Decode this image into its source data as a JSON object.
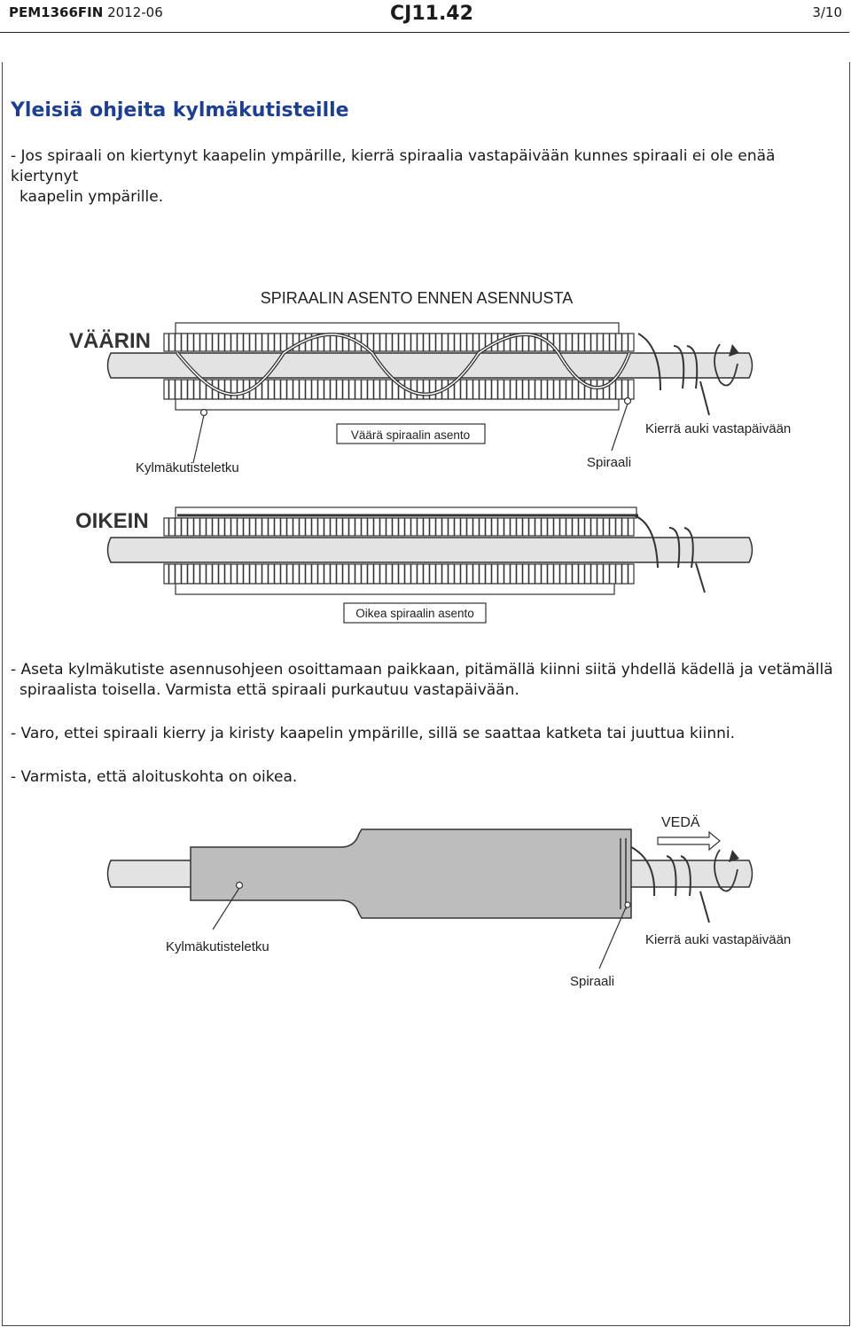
{
  "header": {
    "doc_code": "PEM1366FIN",
    "date": "2012-06",
    "product": "CJ11.42",
    "page": "3/10"
  },
  "title": "Yleisiä ohjeita kylmäkutisteille",
  "intro": {
    "line1": "- Jos spiraali on kiertynyt kaapelin ympärille, kierrä spiraalia vastapäivään kunnes spiraali ei ole enää kiertynyt",
    "line2": "kaapelin ympärille."
  },
  "figure1": {
    "heading": "SPIRAALIN ASENTO ENNEN ASENNUSTA",
    "wrong_label": "VÄÄRIN",
    "wrong_box": "Väärä spiraalin asento",
    "tube_label": "Kylmäkutisteletku",
    "spiral_label": "Spiraali",
    "unwind_label": "Kierrä auki vastapäivään",
    "right_label": "OIKEIN",
    "right_box": "Oikea spiraalin asento"
  },
  "instructions": {
    "p1_line1": "- Aseta kylmäkutiste asennusohjeen osoittamaan paikkaan, pitämällä kiinni siitä yhdellä kädellä ja vetämällä",
    "p1_line2": "spiraalista toisella. Varmista että spiraali purkautuu vastapäivään.",
    "p2": "- Varo, ettei spiraali kierry ja kiristy kaapelin ympärille, sillä se saattaa katketa tai juuttua kiinni.",
    "p3": "- Varmista, että aloituskohta on oikea."
  },
  "figure2": {
    "pull_label": "VEDÄ",
    "tube_label": "Kylmäkutisteletku",
    "unwind_label": "Kierrä auki vastapäivään",
    "spiral_label": "Spiraali"
  }
}
